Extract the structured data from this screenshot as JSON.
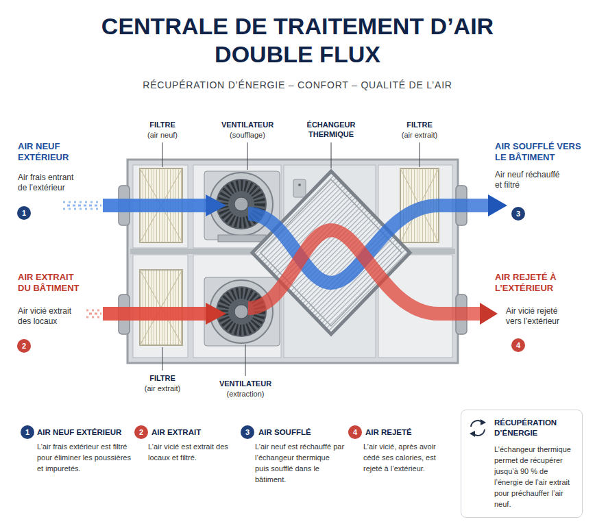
{
  "diagram": {
    "title": "CENTRALE DE TRAITEMENT D’AIR DOUBLE FLUX",
    "nodes": [
      {
        "text": [
          "1"
        ]
      },
      {
        "text": [
          "2"
        ]
      },
      {
        "text": [
          "3"
        ]
      },
      {
        "text": [
          "4"
        ]
      },
      {
        "text": [
          "1"
        ]
      },
      {
        "text": [
          "2"
        ]
      },
      {
        "text": [
          "3"
        ]
      },
      {
        "text": [
          "4"
        ]
      },
      {
        "text": [
          "RÉCUPÉRATION D’ÉNERGIE",
          "L’échangeur thermique permet de récupérer jusqu’à 90 % de l’énergie de l’air extrait pour préchauffer l’air neuf."
        ]
      }
    ],
    "labels": [
      "RÉCUPÉRATION D’ÉNERGIE – CONFORT – QUALITÉ DE L’AIR",
      "FILTRE",
      "(air neuf)",
      "VENTILATEUR",
      "(soufflage)",
      "ÉCHANGEUR THERMIQUE",
      "FILTRE",
      "(air extrait)",
      "AIR NEUF EXTÉRIEUR",
      "Air frais entrant de l’extérieur",
      "AIR SOUFFLÉ VERS LE BÂTIMENT",
      "Air neuf réchauffé et filtré",
      "AIR EXTRAIT DU BÂTIMENT",
      "Air vicié extrait des locaux",
      "AIR REJETÉ À L’EXTÉRIEUR",
      "Air vicié rejeté vers l’extérieur",
      "FILTRE",
      "(air extrait)",
      "VENTILATEUR",
      "(extraction)",
      "AIR NEUF EXTÉRIEUR",
      "L’air frais extérieur est filtré pour éliminer les poussières et impuretés.",
      "AIR EXTRAIT",
      "L’air vicié est extrait des locaux et filtré.",
      "AIR SOUFFLÉ",
      "L’air neuf est réchauffé par l’échangeur thermique puis soufflé dans le bâtiment.",
      "AIR REJETÉ",
      "L’air vicié, après avoir cédé ses calories, est rejeté à l’extérieur."
    ]
  }
}
